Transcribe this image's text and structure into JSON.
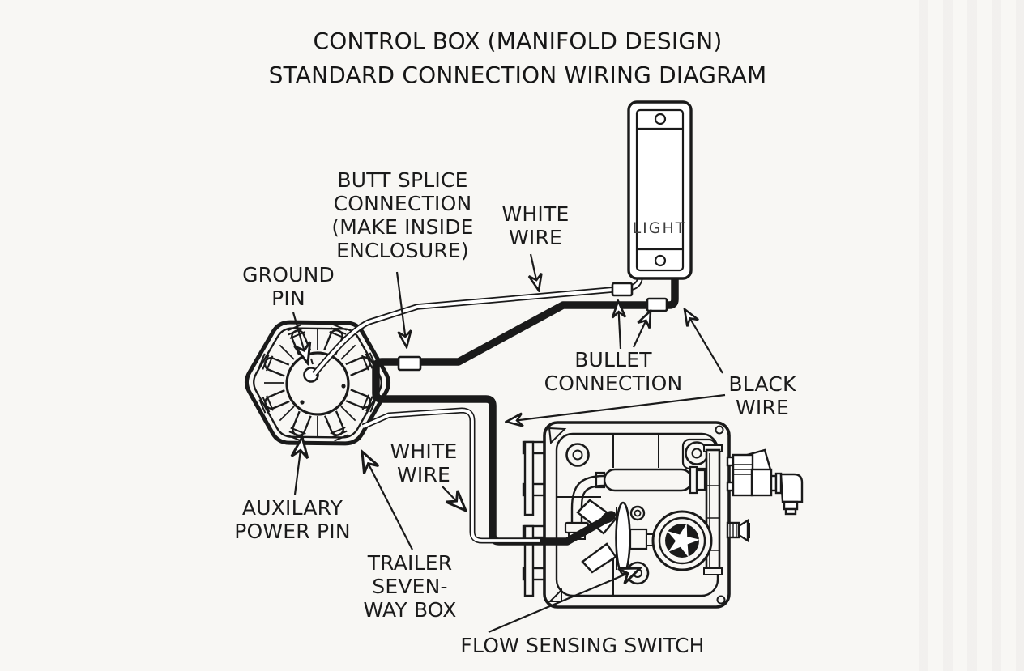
{
  "title": {
    "text": "CONTROL BOX (MANIFOLD DESIGN)\nSTANDARD CONNECTION WIRING DIAGRAM"
  },
  "labels": {
    "butt_splice": "BUTT SPLICE\nCONNECTION\n(MAKE INSIDE\nENCLOSURE)",
    "white_wire_top": "WHITE\nWIRE",
    "ground_pin": "GROUND\nPIN",
    "bullet_connection": "BULLET\nCONNECTION",
    "black_wire": "BLACK\nWIRE",
    "white_wire_lower": "WHITE\nWIRE",
    "auxiliary_power_pin": "AUXILARY\nPOWER PIN",
    "trailer_seven_way_box": "TRAILER\nSEVEN-\nWAY BOX",
    "flow_sensing_switch": "FLOW SENSING SWITCH",
    "light": "LIGHT"
  },
  "colors": {
    "ink": "#1a1a1a",
    "paper": "#f8f7f4",
    "wire_white_core": "#ffffff"
  }
}
